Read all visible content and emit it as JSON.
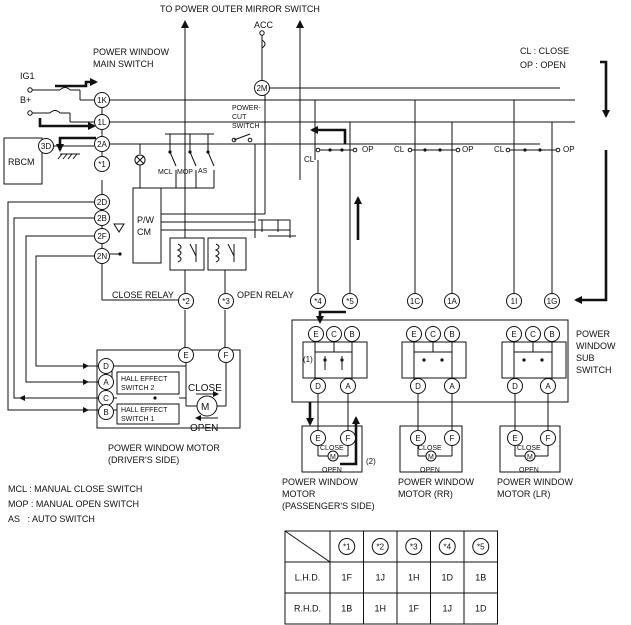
{
  "labels": {
    "top_title": "TO POWER OUTER MIRROR SWITCH",
    "acc": "ACC",
    "main_switch_line1": "POWER WINDOW",
    "main_switch_line2": "MAIN SWITCH",
    "legend_close": "CL : CLOSE",
    "legend_open": "OP : OPEN",
    "ig1": "IG1",
    "bplus": "B+",
    "rbcm": "RBCM",
    "power_cut_line1": "POWER-",
    "power_cut_line2": "CUT",
    "power_cut_line3": "SWITCH",
    "cl": "CL",
    "op": "OP",
    "mcl": "MCL",
    "mop": "MOP",
    "as": "AS",
    "pw_cm_line1": "P/W",
    "pw_cm_line2": "CM",
    "close_relay": "CLOSE RELAY",
    "open_relay": "OPEN RELAY",
    "sub_switch_line1": "POWER",
    "sub_switch_line2": "WINDOW",
    "sub_switch_line3": "SUB",
    "sub_switch_line4": "SWITCH",
    "hall2_line1": "HALL EFFECT",
    "hall2_line2": "SWITCH 2",
    "hall1_line1": "HALL EFFECT",
    "hall1_line2": "SWITCH 1",
    "close_big": "CLOSE",
    "open_big": "OPEN",
    "motor_m": "M",
    "close_small": "CLOSE",
    "open_small": "OPEN",
    "driver_motor_line1": "POWER WINDOW MOTOR",
    "driver_motor_line2": "(DRIVER'S SIDE)",
    "pass_motor_line1": "POWER WINDOW",
    "pass_motor_line2": "MOTOR",
    "pass_motor_line3": "(PASSENGER'S SIDE)",
    "rr_motor_line1": "POWER WINDOW",
    "rr_motor_line2": "MOTOR (RR)",
    "lr_motor_line1": "POWER WINDOW",
    "lr_motor_line2": "MOTOR (LR)",
    "note1": "(1)",
    "note2": "(2)",
    "abbr_mcl": "MCL : MANUAL CLOSE SWITCH",
    "abbr_mop": "MOP : MANUAL OPEN SWITCH",
    "abbr_as": "AS   : AUTO SWITCH"
  },
  "terminals": {
    "t2m": "2M",
    "t1k": "1K",
    "t1l": "1L",
    "t2a": "2A",
    "t3d": "3D",
    "tstar1": "*1",
    "t2d": "2D",
    "t2b": "2B",
    "t2f": "2F",
    "t2n": "2N",
    "tstar2": "*2",
    "tstar3": "*3",
    "tstar4": "*4",
    "tstar5": "*5",
    "t1c": "1C",
    "t1a": "1A",
    "t1i": "1I",
    "t1g": "1G",
    "e": "E",
    "c": "C",
    "b": "B",
    "d": "D",
    "a": "A",
    "f": "F"
  },
  "table": {
    "headers": [
      "*1",
      "*2",
      "*3",
      "*4",
      "*5"
    ],
    "rows": [
      {
        "label": "L.H.D.",
        "values": [
          "1F",
          "1J",
          "1H",
          "1D",
          "1B"
        ]
      },
      {
        "label": "R.H.D.",
        "values": [
          "1B",
          "1H",
          "1F",
          "1J",
          "1D"
        ]
      }
    ]
  }
}
